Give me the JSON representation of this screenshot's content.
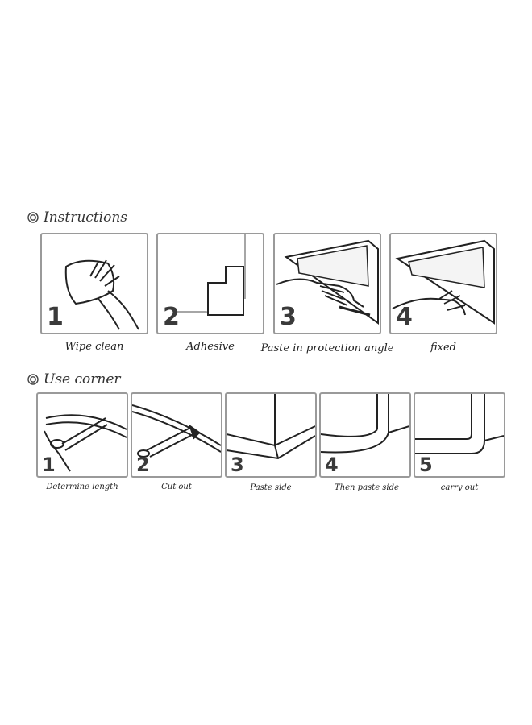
{
  "instructions": {
    "title": "Instructions",
    "steps": [
      {
        "number": "1",
        "caption": "Wipe clean"
      },
      {
        "number": "2",
        "caption": "Adhesive"
      },
      {
        "number": "3",
        "caption": "Paste in protection angle"
      },
      {
        "number": "4",
        "caption": "fixed"
      }
    ]
  },
  "use_corner": {
    "title": "Use corner",
    "steps": [
      {
        "number": "1",
        "caption": "Determine length"
      },
      {
        "number": "2",
        "caption": "Cut out"
      },
      {
        "number": "3",
        "caption": "Paste side"
      },
      {
        "number": "4",
        "caption": "Then paste side"
      },
      {
        "number": "5",
        "caption": "carry out"
      }
    ]
  },
  "icons": {
    "bullet": "target-bullet-icon"
  }
}
